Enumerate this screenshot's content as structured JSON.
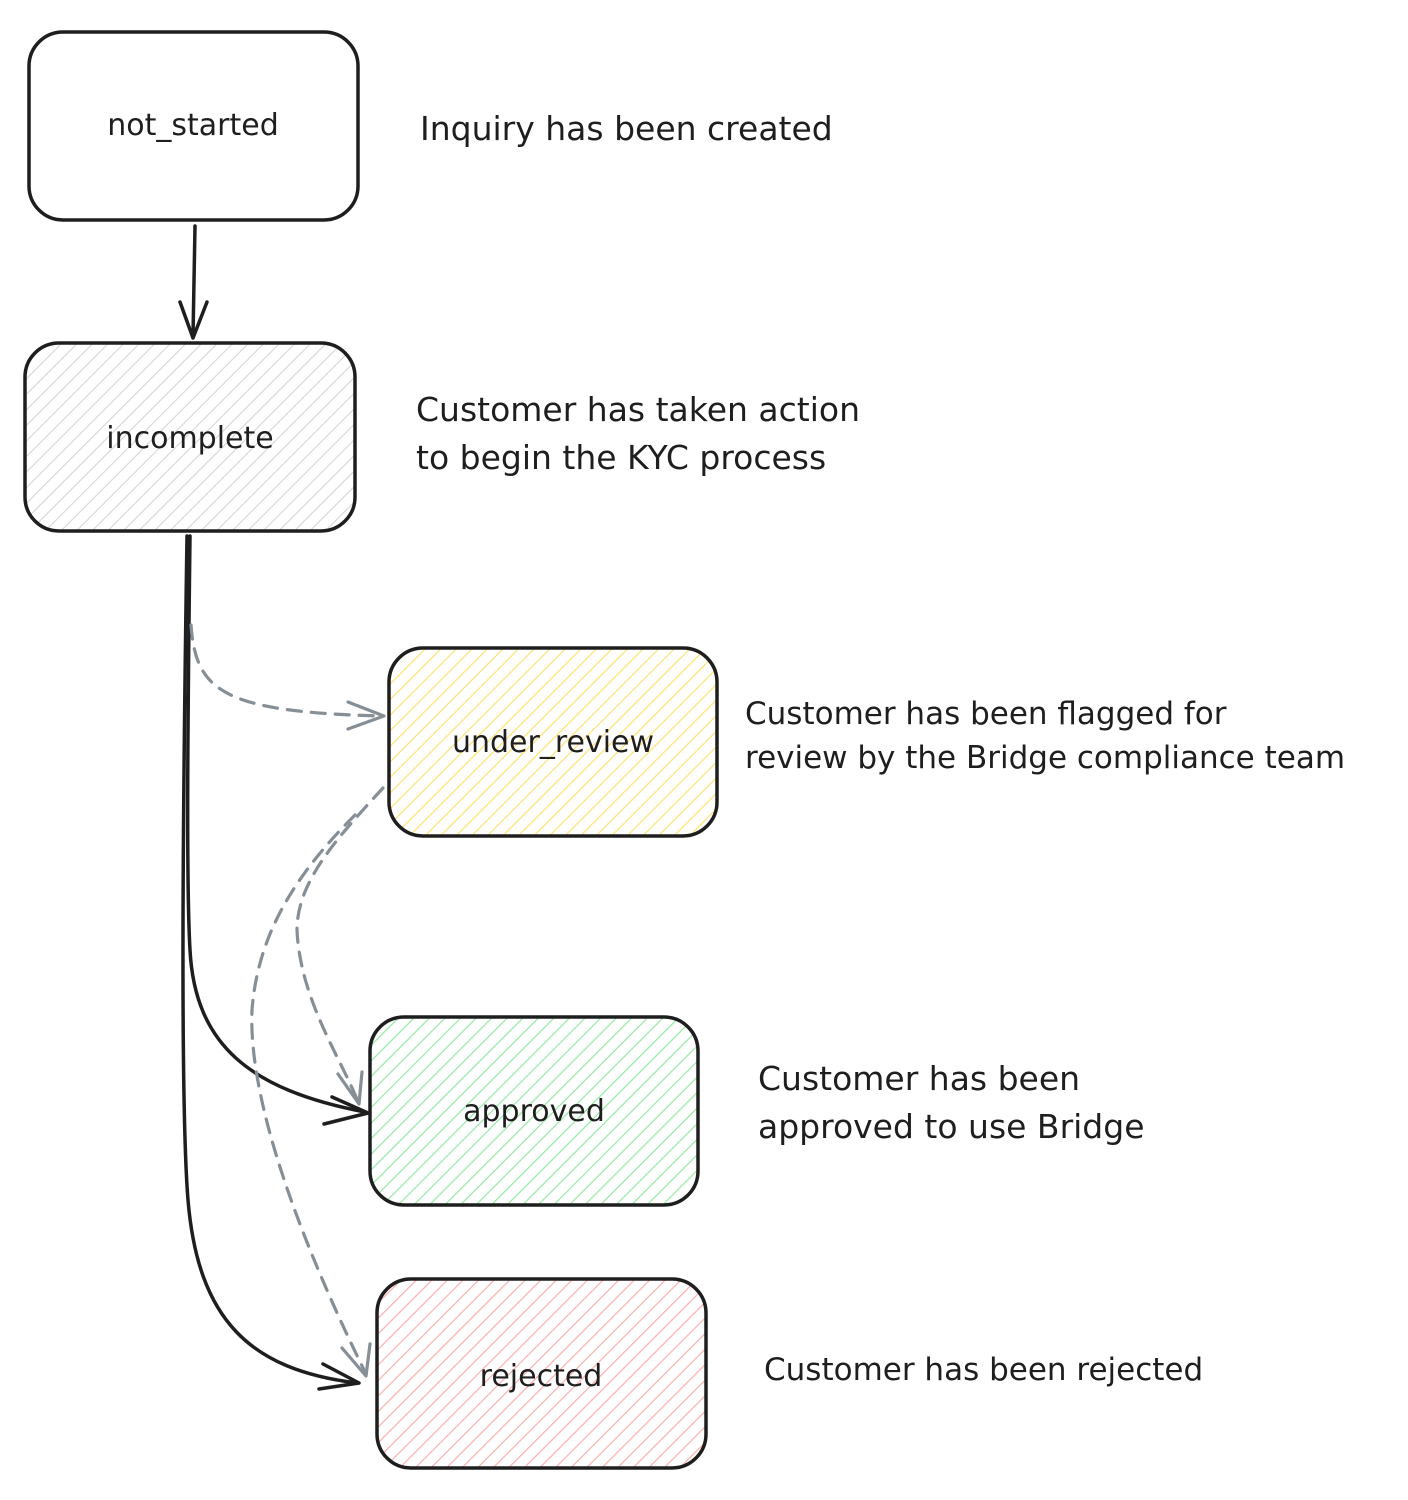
{
  "states": {
    "not_started": {
      "label": "not_started",
      "description": "Inquiry has been created"
    },
    "incomplete": {
      "label": "incomplete",
      "description": [
        "Customer has taken action",
        "to begin the KYC process"
      ],
      "fill_color": "#e9ecef"
    },
    "under_review": {
      "label": "under_review",
      "description": [
        "Customer has been flagged for",
        "review by the Bridge compliance team"
      ],
      "fill_color": "#ffec99"
    },
    "approved": {
      "label": "approved",
      "description": [
        "Customer has been",
        "approved to use Bridge"
      ],
      "fill_color": "#b2f2bb"
    },
    "rejected": {
      "label": "rejected",
      "description": "Customer has been rejected",
      "fill_color": "#ffc9c9"
    }
  },
  "transitions": [
    {
      "from": "not_started",
      "to": "incomplete",
      "style": "solid"
    },
    {
      "from": "incomplete",
      "to": "under_review",
      "style": "dashed"
    },
    {
      "from": "incomplete",
      "to": "approved",
      "style": "solid"
    },
    {
      "from": "incomplete",
      "to": "rejected",
      "style": "solid"
    },
    {
      "from": "under_review",
      "to": "approved",
      "style": "dashed"
    },
    {
      "from": "under_review",
      "to": "rejected",
      "style": "dashed"
    }
  ],
  "colors": {
    "stroke": "#1e1e1e",
    "dashed_arrow": "#868e96"
  }
}
